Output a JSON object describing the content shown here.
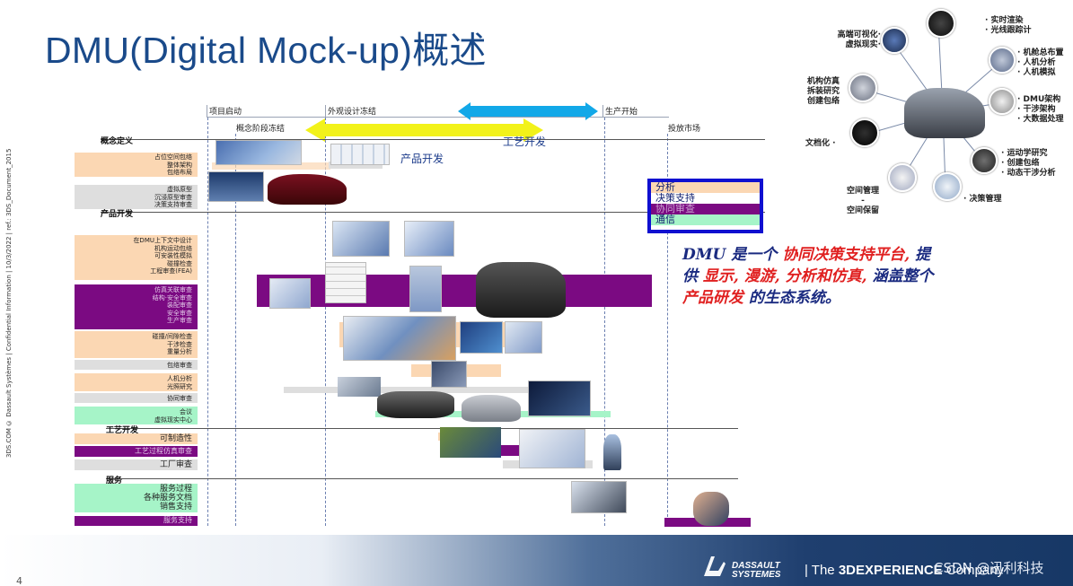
{
  "title": "DMU(Digital Mock-up)概述",
  "side_note": "3DS.COM © Dassault Systèmes | Confidential Information | 10/3/2022 | ref.: 3DS_Document_2015",
  "milestones": {
    "project_start": "项目启动",
    "concept_freeze": "概念阶段冻结",
    "styling_freeze": "外观设计冻结",
    "production_start": "生产开始",
    "market_launch": "投放市场"
  },
  "arrows": {
    "product_dev": "产品开发",
    "process_dev": "工艺开发"
  },
  "categories": {
    "concept": "概念定义",
    "product": "产品开发",
    "process": "工艺开发",
    "service": "服务"
  },
  "rows": [
    {
      "lines": [
        "占位空间包络",
        "整体架构",
        "包络布局"
      ]
    },
    {
      "lines": [
        "虚拟原型",
        "沉浸原型审查",
        "决策支持审查"
      ]
    },
    {
      "lines": [
        "在DMU上下文中设计",
        "机构运动包络",
        "可安装性模拟",
        "碰撞检查",
        "工程审查(FEA)"
      ]
    },
    {
      "lines": [
        "仿真关联审查",
        "结构·安全审查",
        "装配审查",
        "安全审查",
        "生产审查"
      ]
    },
    {
      "lines": [
        "碰撞/间隙检查",
        "干涉检查",
        "重量分析"
      ]
    },
    {
      "lines": [
        "包络审查"
      ]
    },
    {
      "lines": [
        "人机分析",
        "光照研究"
      ]
    },
    {
      "lines": [
        "协同审查"
      ]
    },
    {
      "lines": [
        "会议",
        "虚拟现实中心"
      ]
    },
    {
      "lines": [
        "可制造性"
      ]
    },
    {
      "lines": [
        "工艺过程仿真审查"
      ]
    },
    {
      "lines": [
        "工厂审查"
      ]
    },
    {
      "lines": [
        "服务过程",
        "各种服务文档",
        "销售支持"
      ]
    },
    {
      "lines": [
        "服务支持"
      ]
    }
  ],
  "legend": [
    "分析",
    "决策支持",
    "协同审查",
    "通信"
  ],
  "quote": {
    "p1": "DMU",
    "p2": " 是一个 ",
    "p3": "协同决策支持平台,",
    "p4": " 提供 ",
    "p5": "显示, 漫游, 分析和仿真,",
    "p6": " 涵盖整个 ",
    "p7": "产品研发",
    "p8": " 的生态系统。"
  },
  "hub_labels": {
    "l1": "高端可视化·",
    "l1b": "虚拟现实·",
    "l2": "· 实时渲染",
    "l2b": "· 光线跟踪计",
    "l3": "· 机舱总布置",
    "l3b": "· 人机分析",
    "l3c": "· 人机模拟",
    "l4": "机构仿真",
    "l4b": "拆装研究",
    "l4c": "创建包络",
    "l5": "· DMU架构",
    "l5b": "· 干涉架构",
    "l5c": "· 大数据处理",
    "l6": "文档化 ·",
    "l7": "· 运动学研究",
    "l7b": "· 创建包络",
    "l7c": "· 动态干涉分析",
    "l8": "空间管理",
    "l8b": "-",
    "l8c": "空间保留",
    "l9": "· 决策管理"
  },
  "footer": {
    "brand1": "DASSAULT",
    "brand2": "SYSTEMES",
    "tagline_pre": "| The ",
    "tagline_bold": "3DEXPERIENCE",
    "tagline_post": " Company",
    "watermark": "CSDN @迅利科技",
    "page_num": "4"
  },
  "colors": {
    "title": "#1a4a8a",
    "peach": "#fbd7b3",
    "purple": "#7b0a82",
    "green": "#a6f4c8",
    "grey": "#dedede",
    "yellow_arrow": "#f2f21a",
    "cyan_arrow": "#12a8e8",
    "legend_border": "#1010d0",
    "quote_red": "#e02020",
    "quote_blue": "#1a2a80"
  }
}
